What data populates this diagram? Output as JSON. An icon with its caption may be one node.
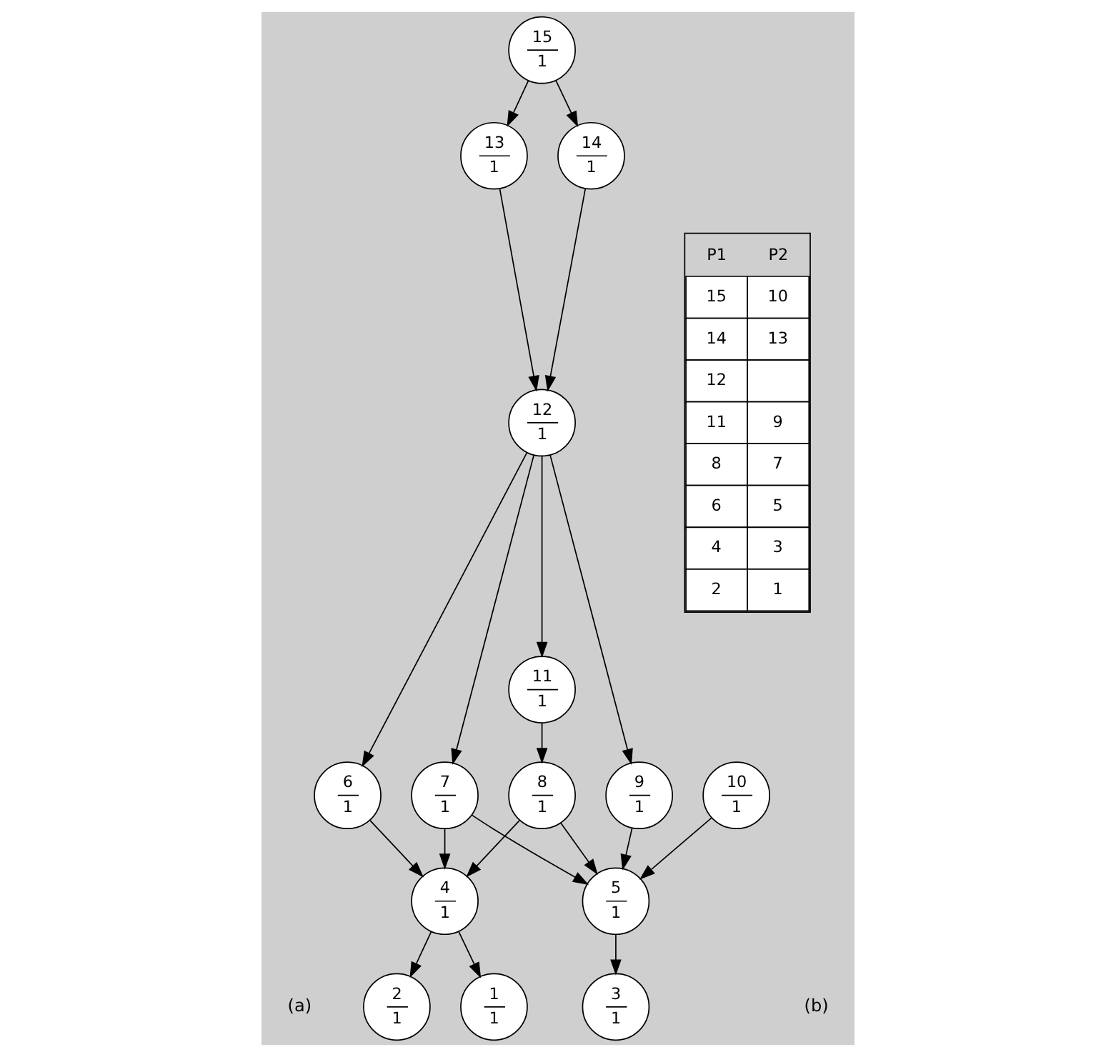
{
  "diagram": {
    "nodes": [
      {
        "text": [
          "15",
          "1"
        ]
      },
      {
        "text": [
          "13",
          "1"
        ]
      },
      {
        "text": [
          "14",
          "1"
        ]
      },
      {
        "text": [
          "12",
          "1"
        ]
      },
      {
        "text": [
          "11",
          "1"
        ]
      },
      {
        "text": [
          "6",
          "1"
        ]
      },
      {
        "text": [
          "7",
          "1"
        ]
      },
      {
        "text": [
          "8",
          "1"
        ]
      },
      {
        "text": [
          "9",
          "1"
        ]
      },
      {
        "text": [
          "10",
          "1"
        ]
      },
      {
        "text": [
          "4",
          "1"
        ]
      },
      {
        "text": [
          "5",
          "1"
        ]
      },
      {
        "text": [
          "1",
          "1"
        ]
      },
      {
        "text": [
          "2",
          "1"
        ]
      },
      {
        "text": [
          "3",
          "1"
        ]
      }
    ],
    "edges": [
      {
        "from": 0,
        "to": 1,
        "arrow": "to"
      },
      {
        "from": 0,
        "to": 2,
        "arrow": "to"
      },
      {
        "from": 1,
        "to": 3,
        "arrow": "to"
      },
      {
        "from": 2,
        "to": 3,
        "arrow": "to"
      },
      {
        "from": 3,
        "to": 4,
        "arrow": "to"
      },
      {
        "from": 3,
        "to": 5,
        "arrow": "to"
      },
      {
        "from": 3,
        "to": 6,
        "arrow": "to"
      },
      {
        "from": 3,
        "to": 8,
        "arrow": "to"
      },
      {
        "from": 4,
        "to": 7,
        "arrow": "to"
      },
      {
        "from": 5,
        "to": 10,
        "arrow": "to"
      },
      {
        "from": 6,
        "to": 10,
        "arrow": "to"
      },
      {
        "from": 6,
        "to": 11,
        "arrow": "to"
      },
      {
        "from": 7,
        "to": 10,
        "arrow": "to"
      },
      {
        "from": 7,
        "to": 11,
        "arrow": "to"
      },
      {
        "from": 8,
        "to": 11,
        "arrow": "to"
      },
      {
        "from": 9,
        "to": 11,
        "arrow": "to"
      },
      {
        "from": 10,
        "to": 12,
        "arrow": "to"
      },
      {
        "from": 10,
        "to": 13,
        "arrow": "to"
      },
      {
        "from": 11,
        "to": 14,
        "arrow": "to"
      }
    ],
    "labels": [
      "P1",
      "P2",
      "15",
      "10",
      "14",
      "13",
      "12",
      "11",
      "9",
      "8",
      "7",
      "6",
      "5",
      "4",
      "3",
      "2",
      "1",
      "(a)",
      "(b)"
    ]
  }
}
